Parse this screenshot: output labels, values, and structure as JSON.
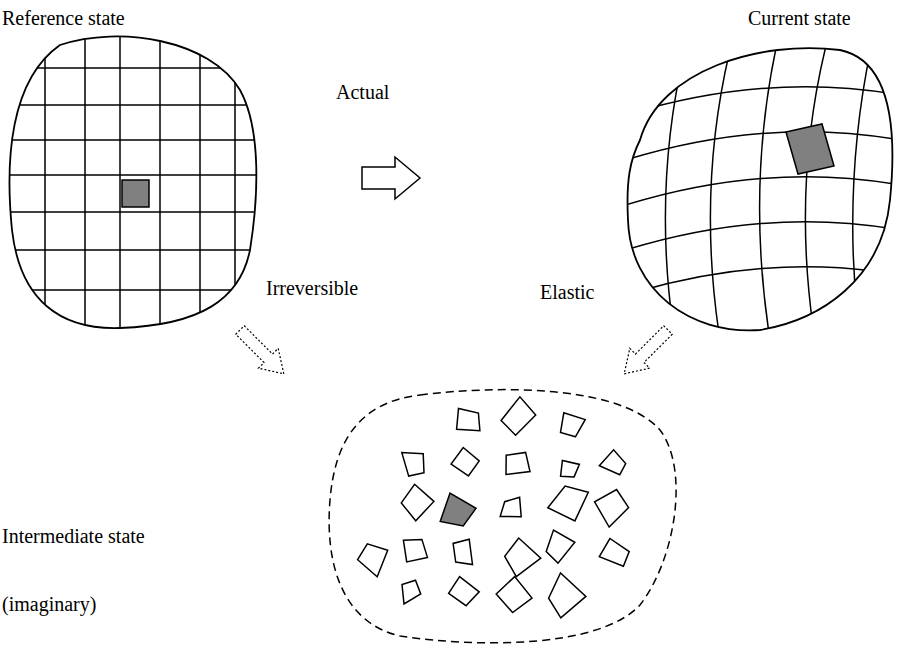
{
  "diagram": {
    "labels": [
      "Reference state",
      "Actual",
      "Current state",
      "Irreversible",
      "Elastic",
      "Intermediate state",
      "(imaginary)"
    ]
  }
}
